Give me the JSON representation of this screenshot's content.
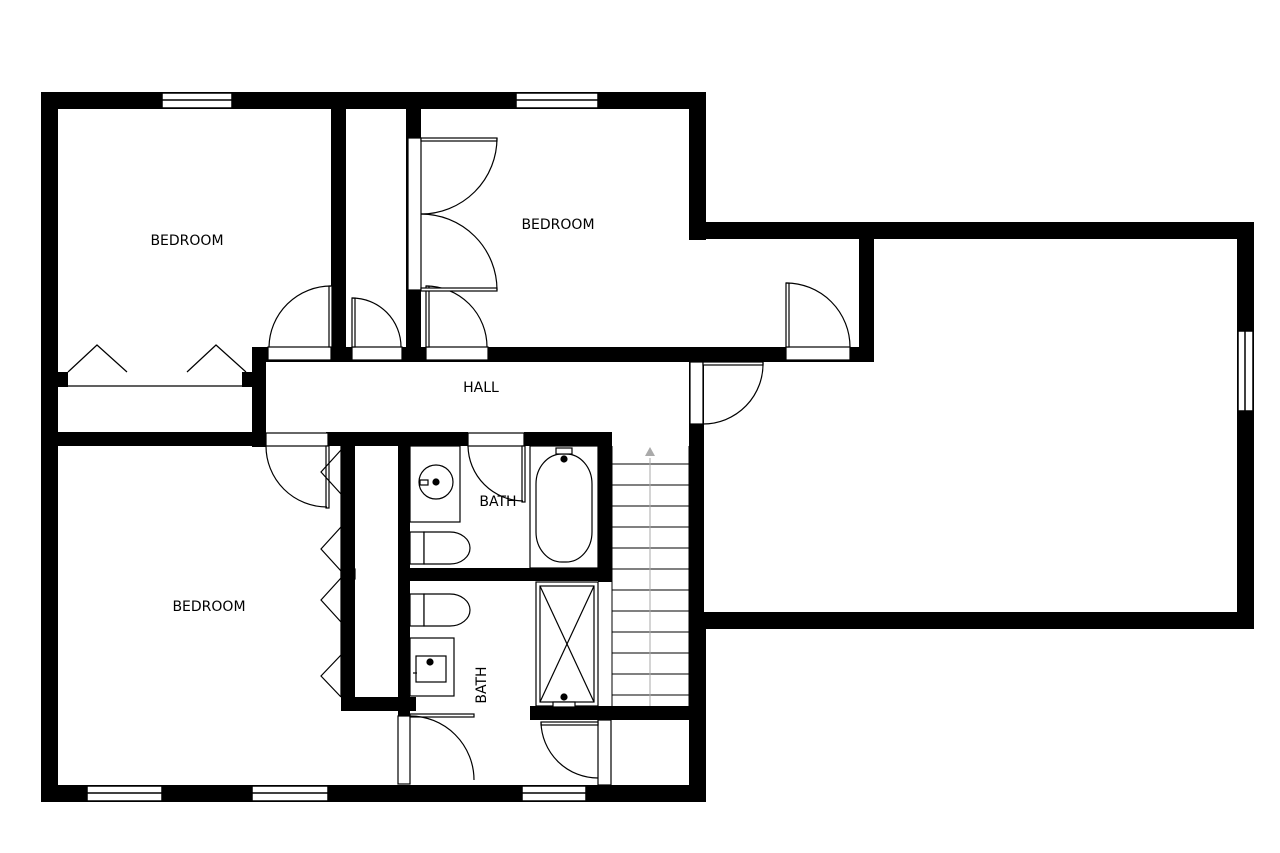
{
  "colors": {
    "wall": "#000000",
    "background": "#ffffff",
    "fixture_stroke": "#000000",
    "stair_arrow": "#aaaaaa"
  },
  "rooms": {
    "bedroom_northwest": {
      "label": "BEDROOM"
    },
    "bedroom_north": {
      "label": "BEDROOM"
    },
    "bedroom_southwest": {
      "label": "BEDROOM"
    },
    "hall": {
      "label": "HALL"
    },
    "bath_upper": {
      "label": "BATH"
    },
    "bath_lower": {
      "label": "BATH"
    }
  }
}
